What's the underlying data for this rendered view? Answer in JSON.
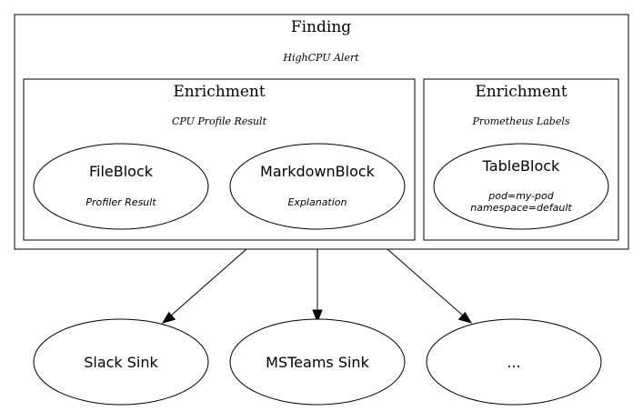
{
  "finding": {
    "title": "Finding",
    "subtitle": "HighCPU Alert",
    "enrichments": [
      {
        "title": "Enrichment",
        "subtitle": "CPU Profile Result",
        "blocks": [
          {
            "title": "FileBlock",
            "lines": [
              "Profiler Result"
            ]
          },
          {
            "title": "MarkdownBlock",
            "lines": [
              "Explanation"
            ]
          }
        ]
      },
      {
        "title": "Enrichment",
        "subtitle": "Prometheus Labels",
        "blocks": [
          {
            "title": "TableBlock",
            "lines": [
              "pod=my-pod",
              "namespace=default"
            ]
          }
        ]
      }
    ]
  },
  "sinks": [
    {
      "label": "Slack Sink"
    },
    {
      "label": "MSTeams Sink"
    },
    {
      "label": "..."
    }
  ]
}
